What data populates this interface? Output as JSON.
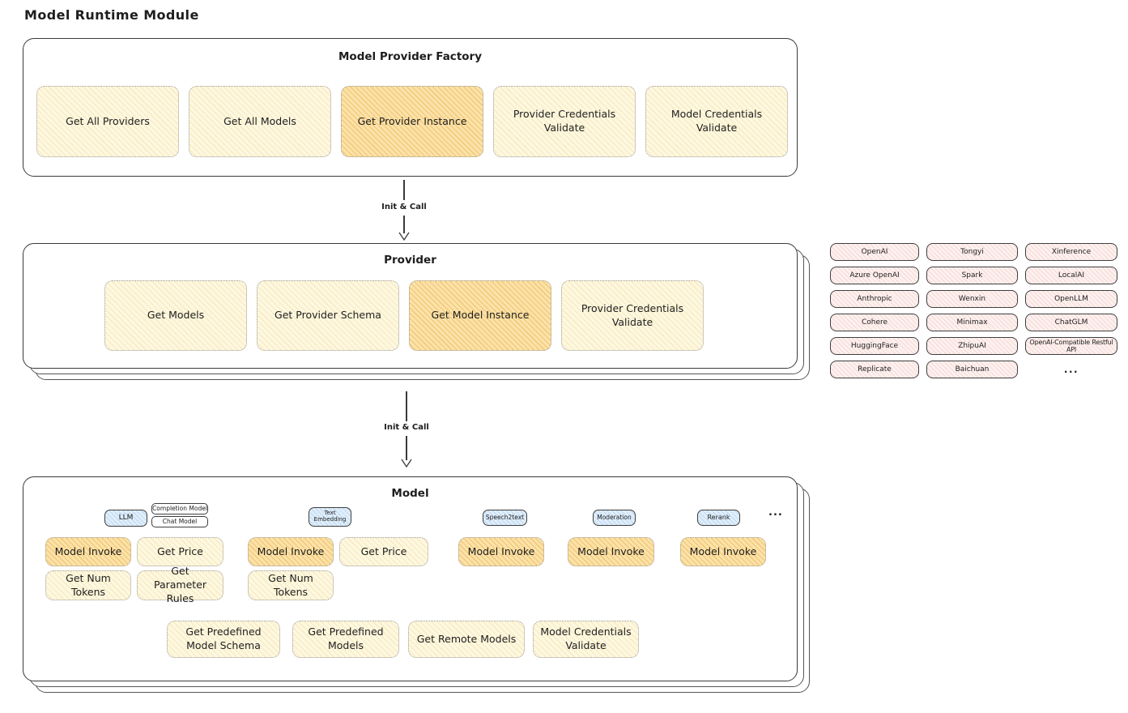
{
  "page_title": "Model Runtime Module",
  "colors": {
    "cream_fill": "#fdf8e2",
    "orange_highlight_fill": "#fbe3aa",
    "pink_fill": "#fdf1ef",
    "blue_fill": "#e0eefb",
    "stroke": "#3a3a3a"
  },
  "factory": {
    "title": "Model Provider Factory",
    "items": [
      {
        "label": "Get All Providers"
      },
      {
        "label": "Get All Models"
      },
      {
        "label": "Get Provider Instance"
      },
      {
        "label": "Provider Credentials Validate"
      },
      {
        "label": "Model Credentials Validate"
      }
    ]
  },
  "arrows": {
    "init_call_1": "Init & Call",
    "init_call_2": "Init & Call"
  },
  "provider": {
    "title": "Provider",
    "items": [
      {
        "label": "Get Models"
      },
      {
        "label": "Get Provider Schema"
      },
      {
        "label": "Get Model Instance"
      },
      {
        "label": "Provider Credentials Validate"
      }
    ]
  },
  "provider_list": {
    "items": [
      "OpenAI",
      "Tongyi",
      "Xinference",
      "Azure OpenAI",
      "Spark",
      "LocalAI",
      "Anthropic",
      "Wenxin",
      "OpenLLM",
      "Cohere",
      "Minimax",
      "ChatGLM",
      "HuggingFace",
      "ZhipuAI",
      "OpenAI-Compatible Restful API",
      "Replicate",
      "Baichuan"
    ],
    "more": "..."
  },
  "model": {
    "title": "Model",
    "tags": {
      "llm": "LLM",
      "completion_model": "Completion Model",
      "chat_model": "Chat Model",
      "text_embedding": "Text Embedding",
      "speech2text": "Speech2text",
      "moderation": "Moderation",
      "rerank": "Rerank",
      "more": "..."
    },
    "functions_row1": [
      {
        "label": "Model Invoke"
      },
      {
        "label": "Get Price"
      },
      {
        "label": "Model Invoke"
      },
      {
        "label": "Get Price"
      },
      {
        "label": "Model Invoke"
      },
      {
        "label": "Model Invoke"
      },
      {
        "label": "Model Invoke"
      }
    ],
    "functions_row2": [
      {
        "label": "Get Num Tokens"
      },
      {
        "label": "Get Parameter Rules"
      },
      {
        "label": "Get Num Tokens"
      }
    ],
    "functions_bottom": [
      {
        "label": "Get Predefined Model Schema"
      },
      {
        "label": "Get Predefined Models"
      },
      {
        "label": "Get Remote Models"
      },
      {
        "label": "Model Credentials Validate"
      }
    ]
  }
}
